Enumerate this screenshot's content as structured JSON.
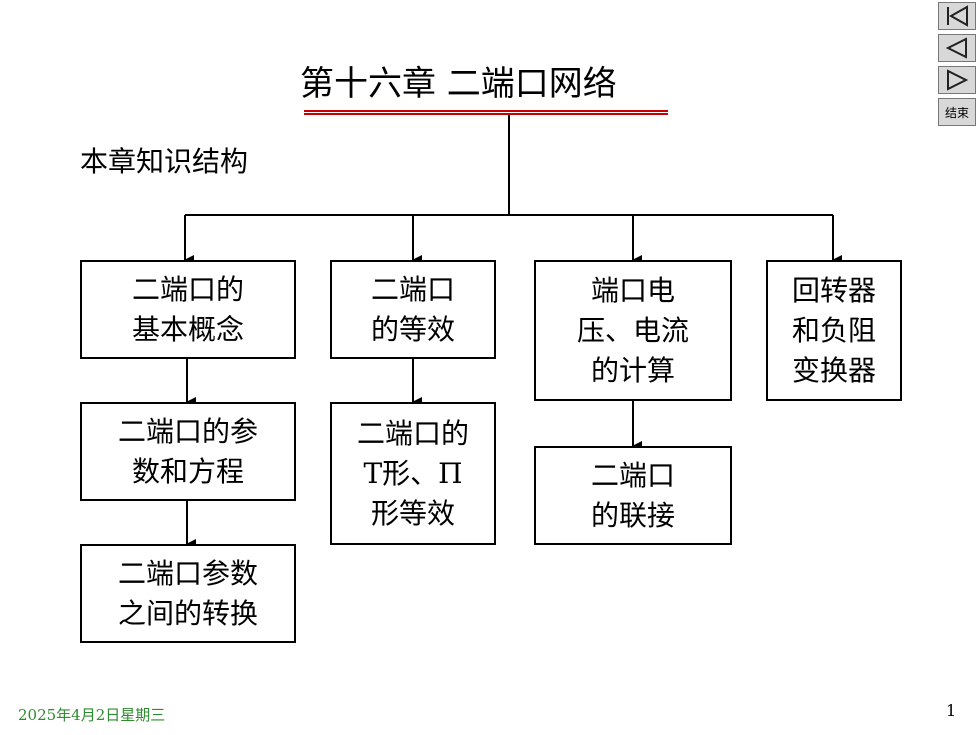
{
  "title": "第十六章   二端口网络",
  "subtitle": "本章知识结构",
  "nodes": {
    "concept": "二端口的\n基本概念",
    "params": "二端口的参\n数和方程",
    "conversion": "二端口参数\n之间的转换",
    "equivalent": "二端口\n的等效",
    "t_pi": "二端口的\nT形、Π\n形等效",
    "voltage_current": "端口电\n压、电流\n的计算",
    "connection": "二端口\n的联接",
    "gyrator": "回转器\n和负阻\n变换器"
  },
  "nav": {
    "first_icon": "first-slide-icon",
    "prev_icon": "previous-slide-icon",
    "next_icon": "next-slide-icon",
    "end_label": "结束"
  },
  "footer": {
    "date": "2025年4月2日星期三",
    "page_number": "1"
  },
  "colors": {
    "title_underline": "#cc0000",
    "date_text": "#2e8b2e",
    "nav_bg": "#d8d8d8"
  }
}
